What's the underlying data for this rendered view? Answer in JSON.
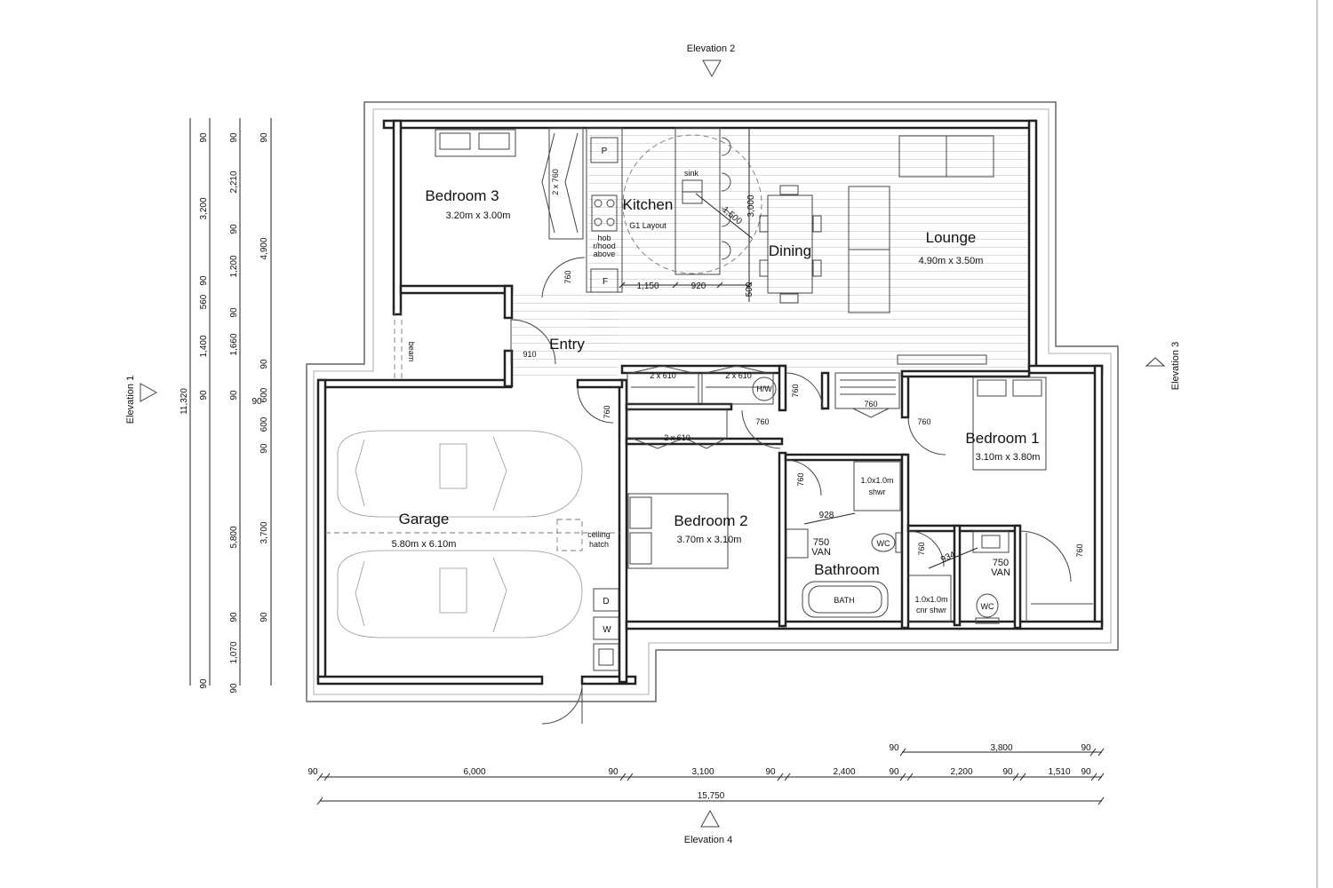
{
  "elevations": {
    "top": "Elevation 2",
    "bottom": "Elevation 4",
    "left": "Elevation 1",
    "right": "Elevation 3"
  },
  "rooms": {
    "bedroom3": {
      "name": "Bedroom 3",
      "size": "3.20m x 3.00m"
    },
    "kitchen": {
      "name": "Kitchen",
      "sub": "G1 Layout"
    },
    "dining": {
      "name": "Dining"
    },
    "lounge": {
      "name": "Lounge",
      "size": "4.90m x 3.50m"
    },
    "entry": {
      "name": "Entry"
    },
    "garage": {
      "name": "Garage",
      "size": "5.80m x 6.10m"
    },
    "bedroom2": {
      "name": "Bedroom 2",
      "size": "3.70m x 3.10m"
    },
    "bedroom1": {
      "name": "Bedroom 1",
      "size": "3.10m x 3.80m"
    },
    "bathroom": {
      "name": "Bathroom"
    }
  },
  "labels": {
    "pantry": "P",
    "fridge": "F",
    "sink": "sink",
    "hob": [
      "hob",
      "r/hood",
      "above"
    ],
    "beam": "beam",
    "hw": "H/W",
    "ceiling_hatch": [
      "ceiling",
      "hatch"
    ],
    "dryer": "D",
    "washer": "W",
    "shower_main": [
      "1.0x1.0m",
      "shwr"
    ],
    "shower_ens": [
      "1.0x1.0m",
      "cnr shwr"
    ],
    "van_main": [
      "750",
      "VAN"
    ],
    "van_ens": [
      "750",
      "VAN"
    ],
    "wc": "WC",
    "bath": "BATH",
    "wardrobe_b3": "2 x 760",
    "wardrobe_hall_a": "2 x 610",
    "wardrobe_hall_b": "2 x 610",
    "wardrobe_b2": "2 x 610"
  },
  "interior_dims": {
    "kitchen_1150": "1,150",
    "kitchen_920": "920",
    "kitchen_1500": "1,500",
    "kitchen_3000": "3,000",
    "kitchen_500": "500",
    "door_760_b3": "760",
    "door_910": "910",
    "door_760_garage": "760",
    "door_760_hw": "760",
    "door_760_hall_l": "760",
    "door_760_hall_m": "760",
    "door_760_hall_r": "760",
    "door_760_bath": "760",
    "door_760_ens": "760",
    "door_760_wir": "760",
    "bath_928": "928",
    "ens_934": "934"
  },
  "dim_left": {
    "overall": "11,320",
    "col2": [
      "90",
      "3,200",
      "560",
      "90",
      "1,400",
      "90",
      "5,800",
      "90"
    ],
    "col3": [
      "90",
      "2,210",
      "90",
      "1,200",
      "90",
      "1,660",
      "90",
      "600",
      "90",
      "90"
    ],
    "col3_mid": "90",
    "col4": [
      "90",
      "4,900",
      "90",
      "600",
      "90",
      "3,700",
      "90",
      "1,070"
    ]
  },
  "dim_bottom": {
    "row1": [
      "90",
      "3,800",
      "90"
    ],
    "row2": [
      "90",
      "6,000",
      "90",
      "3,100",
      "90",
      "2,400",
      "90",
      "2,200",
      "90",
      "1,510",
      "90"
    ],
    "overall": "15,750"
  }
}
